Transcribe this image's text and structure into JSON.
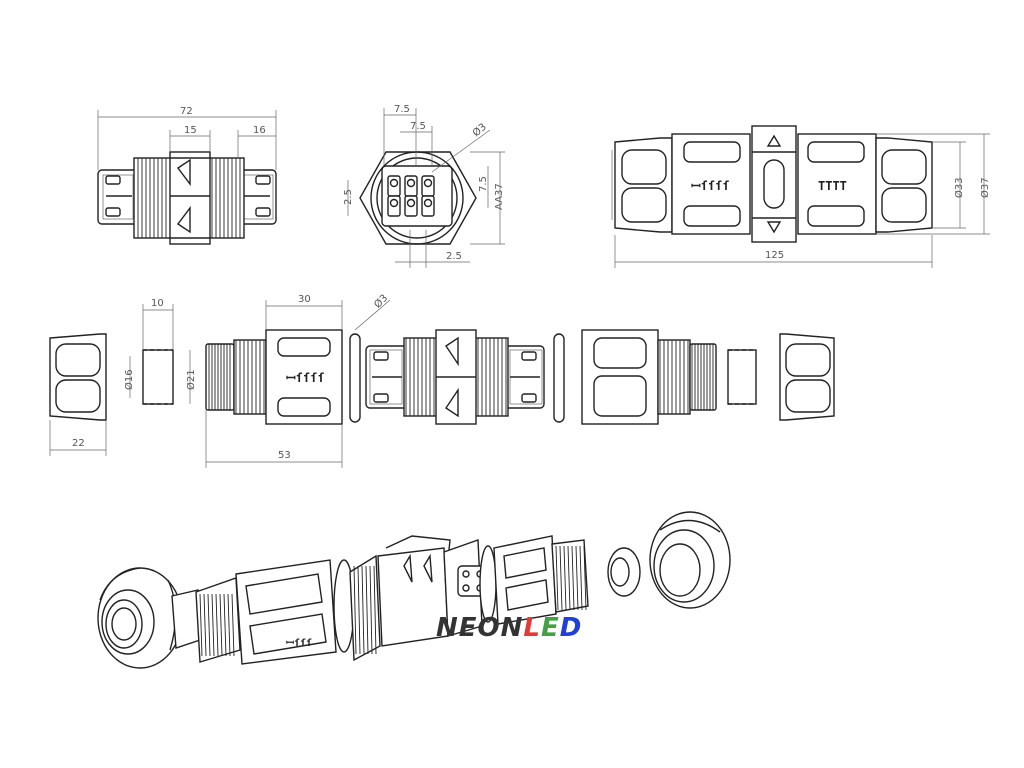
{
  "dimensions": {
    "top_width": "72",
    "top_center": "15",
    "top_right": "16",
    "face_a": "7.5",
    "face_b": "7.5",
    "face_dia": "Ø3",
    "face_left": "2.5",
    "face_right": "7.5",
    "face_aa": "AA37",
    "face_bottom": "2.5",
    "side_dia33": "Ø33",
    "side_dia37": "Ø37",
    "side_length": "125",
    "cap_width": "22",
    "seal_width": "10",
    "seal_dia16": "Ø16",
    "seal_dia21": "Ø21",
    "nut_width": "30",
    "nut_length": "53",
    "oring_dia": "Ø3"
  },
  "brand": {
    "part1": "NEON",
    "part2": "L",
    "part3": "E",
    "part4": "D"
  },
  "colors": {
    "line": "#222222",
    "dim": "#555555",
    "brand_dark": "#333333",
    "brand_red": "#e53935",
    "brand_green": "#43a047",
    "brand_blue": "#1e40d8"
  }
}
